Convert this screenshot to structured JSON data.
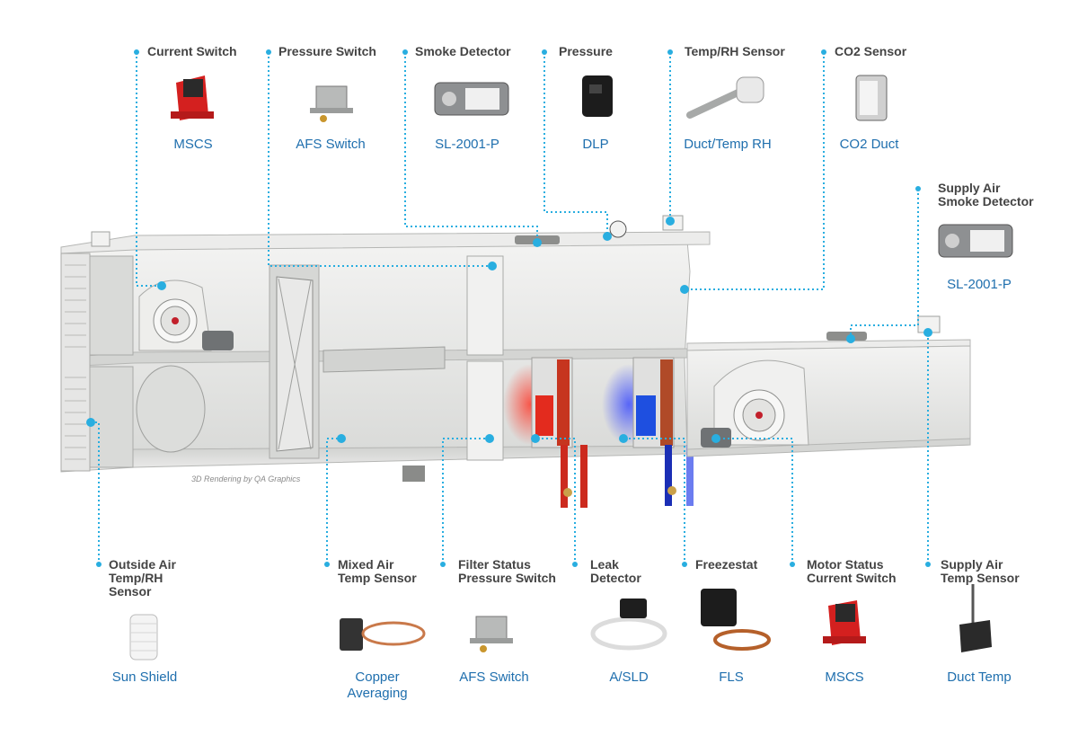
{
  "colors": {
    "callout_line": "#29aee0",
    "label_text": "#444444",
    "product_text": "#1f6fae",
    "unit_panel": "#e5e6e5",
    "hot_coil": "#e32b1e",
    "cold_coil": "#1e4fe0"
  },
  "credit": "3D Rendering by QA Graphics",
  "top_sensors": [
    {
      "label": "Current Switch",
      "product": "MSCS",
      "icon": "current-switch-icon"
    },
    {
      "label": "Pressure Switch",
      "product": "AFS Switch",
      "icon": "pressure-switch-icon"
    },
    {
      "label": "Smoke Detector",
      "product": "SL-2001-P",
      "icon": "smoke-detector-icon"
    },
    {
      "label": "Pressure",
      "product": "DLP",
      "icon": "pressure-transmitter-icon"
    },
    {
      "label": "Temp/RH Sensor",
      "product": "Duct/Temp RH",
      "icon": "duct-probe-icon"
    },
    {
      "label": "CO2 Sensor",
      "product": "CO2 Duct",
      "icon": "co2-sensor-icon"
    }
  ],
  "side_sensor": {
    "label": "Supply Air Smoke Detector",
    "product": "SL-2001-P",
    "icon": "smoke-detector-icon"
  },
  "bottom_sensors": [
    {
      "label": "Outside Air Temp/RH Sensor",
      "product": "Sun Shield",
      "icon": "sun-shield-icon"
    },
    {
      "label": "Mixed Air Temp Sensor",
      "product": "Copper Averaging",
      "icon": "averaging-sensor-icon"
    },
    {
      "label": "Filter Status Pressure Switch",
      "product": "AFS Switch",
      "icon": "pressure-switch-icon"
    },
    {
      "label": "Leak Detector",
      "product": "A/SLD",
      "icon": "leak-detector-icon"
    },
    {
      "label": "Freezestat",
      "product": "FLS",
      "icon": "freezestat-icon"
    },
    {
      "label": "Motor Status Current Switch",
      "product": "MSCS",
      "icon": "current-switch-icon"
    },
    {
      "label": "Supply Air Temp Sensor",
      "product": "Duct Temp",
      "icon": "duct-temp-icon"
    }
  ]
}
